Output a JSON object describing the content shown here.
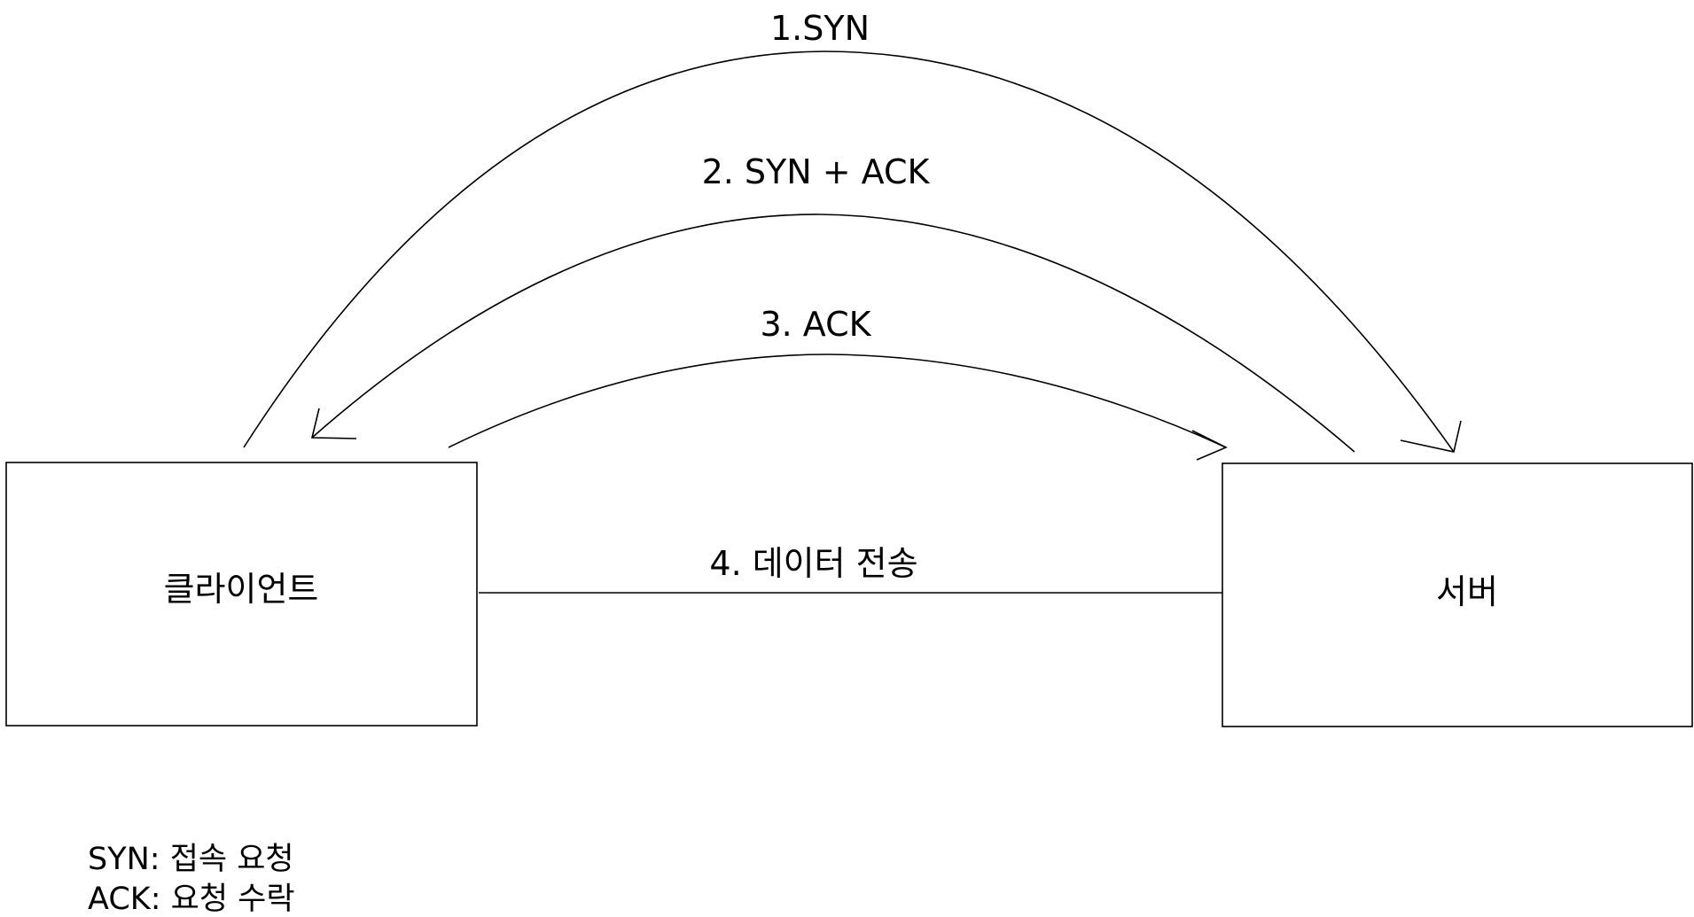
{
  "diagram": {
    "nodes": {
      "client": {
        "label": "클라이언트"
      },
      "server": {
        "label": "서버"
      }
    },
    "edges": {
      "syn": {
        "label": "1.SYN",
        "from": "client",
        "to": "server"
      },
      "syn_ack": {
        "label": "2. SYN + ACK",
        "from": "server",
        "to": "client"
      },
      "ack": {
        "label": "3. ACK",
        "from": "client",
        "to": "server"
      },
      "data": {
        "label": "4. 데이터 전송",
        "from": "client",
        "to": "server"
      }
    },
    "legend": {
      "syn": "SYN: 접속 요청",
      "ack": "ACK: 요청 수락"
    },
    "colors": {
      "line": "#000000",
      "background": "#ffffff"
    }
  }
}
